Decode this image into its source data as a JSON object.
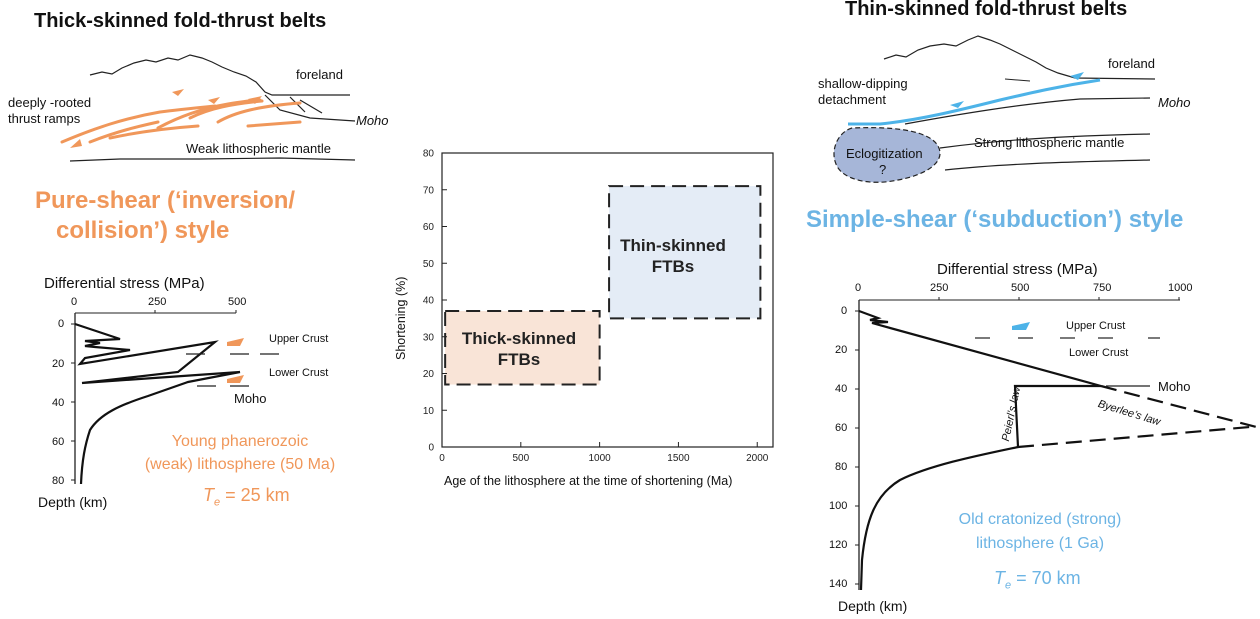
{
  "left_panel": {
    "title": "Thick-skinned fold-thrust belts",
    "labels": {
      "foreland": "foreland",
      "ramps_line1": "deeply -rooted",
      "ramps_line2": "thrust ramps",
      "moho": "Moho",
      "mantle": "Weak lithospheric mantle"
    },
    "style_line1": "Pure-shear (‘inversion/",
    "style_line2": "collision’) style",
    "stress_axis_title": "Differential stress (MPa)",
    "stress_ticks": [
      "0",
      "250",
      "500"
    ],
    "depth_ticks": [
      "0",
      "20",
      "40",
      "60",
      "80"
    ],
    "depth_label": "Depth (km)",
    "upper_crust": "Upper Crust",
    "lower_crust": "Lower Crust",
    "moho_profile": "Moho",
    "note_line1": "Young phanerozoic",
    "note_line2": "(weak) lithosphere (50 Ma)",
    "te_symbol": "T",
    "te_sub": "e",
    "te_value": " = 25 km",
    "accent": "#f0975a"
  },
  "chart_data": {
    "type": "scatter",
    "xlabel": "Age of the lithosphere at the time of shortening (Ma)",
    "ylabel": "Shortening (%)",
    "xlim": [
      0,
      2100
    ],
    "ylim": [
      0,
      80
    ],
    "x_ticks": [
      "0",
      "500",
      "1000",
      "1500",
      "2000"
    ],
    "y_ticks": [
      "0",
      "10",
      "20",
      "30",
      "40",
      "50",
      "60",
      "70",
      "80"
    ],
    "boxes": [
      {
        "label_line1": "Thick-skinned",
        "label_line2": "FTBs",
        "x": [
          20,
          1000
        ],
        "y": [
          17,
          37
        ],
        "color": "#f9e4d7"
      },
      {
        "label_line1": "Thin-skinned",
        "label_line2": "FTBs",
        "x": [
          1060,
          2020
        ],
        "y": [
          35,
          71
        ],
        "color": "#e4ecf6"
      }
    ]
  },
  "right_panel": {
    "title": "Thin-skinned fold-thrust belts",
    "labels": {
      "foreland": "foreland",
      "detachment_line1": "shallow-dipping",
      "detachment_line2": "detachment",
      "moho": "Moho",
      "mantle": "Strong lithospheric mantle",
      "eclog_line1": "Eclogitization",
      "eclog_line2": "?"
    },
    "style": "Simple-shear (‘subduction’) style",
    "stress_axis_title": "Differential stress (MPa)",
    "stress_ticks": [
      "0",
      "250",
      "500",
      "750",
      "1000"
    ],
    "depth_ticks": [
      "0",
      "20",
      "40",
      "60",
      "80",
      "100",
      "120",
      "140"
    ],
    "depth_label": "Depth (km)",
    "upper_crust": "Upper Crust",
    "lower_crust": "Lower Crust",
    "moho_profile": "Moho",
    "peierl": "Peierl’s law",
    "byerlee": "Byerlee’s law",
    "note_line1": "Old cratonized (strong)",
    "note_line2": "lithosphere (1 Ga)",
    "te_symbol": "T",
    "te_sub": "e",
    "te_value": " = 70 km",
    "accent": "#6cb4e4"
  }
}
